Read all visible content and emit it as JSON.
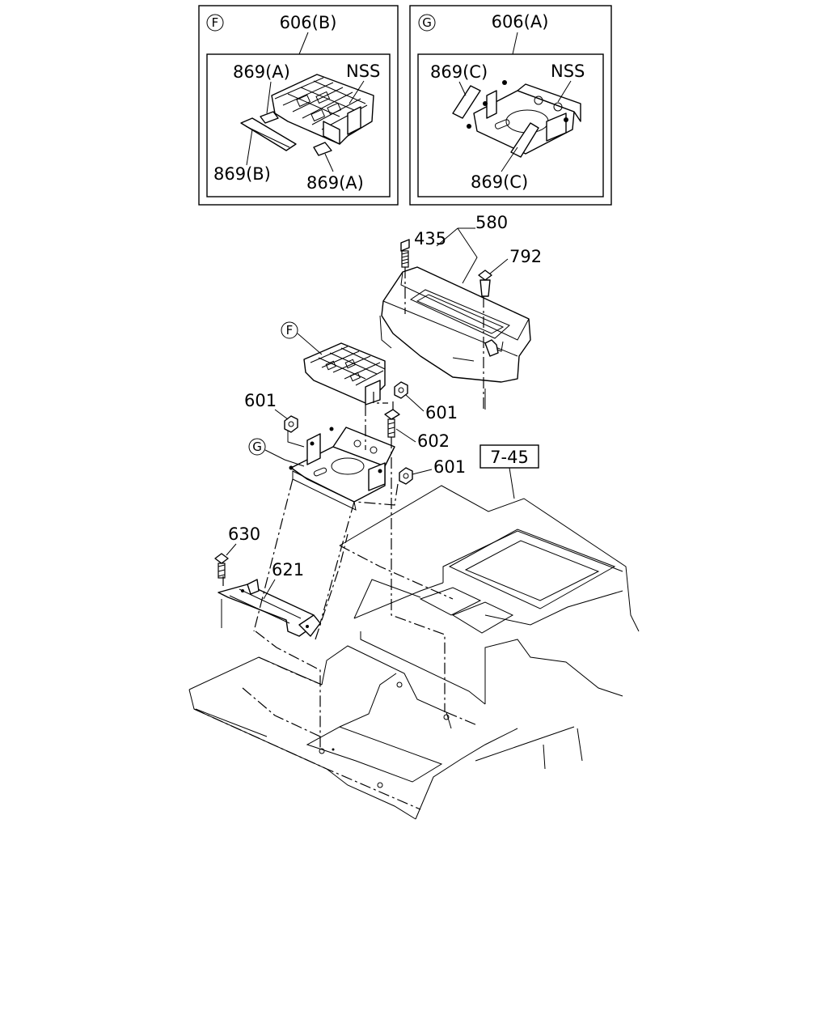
{
  "inset_f": {
    "callout": "F",
    "part": "606(B)",
    "labels": {
      "a_top": "869(A)",
      "nss": "NSS",
      "b": "869(B)",
      "a_bottom": "869(A)"
    }
  },
  "inset_g": {
    "callout": "G",
    "part": "606(A)",
    "labels": {
      "c_top": "869(C)",
      "nss": "NSS",
      "c_bottom": "869(C)"
    }
  },
  "main": {
    "callout_f": "F",
    "callout_g": "G",
    "ref_box": "7-45",
    "parts": {
      "p435": "435",
      "p580": "580",
      "p792": "792",
      "p601_left": "601",
      "p601_mid": "601",
      "p601_right": "601",
      "p602": "602",
      "p630": "630",
      "p621": "621"
    }
  }
}
